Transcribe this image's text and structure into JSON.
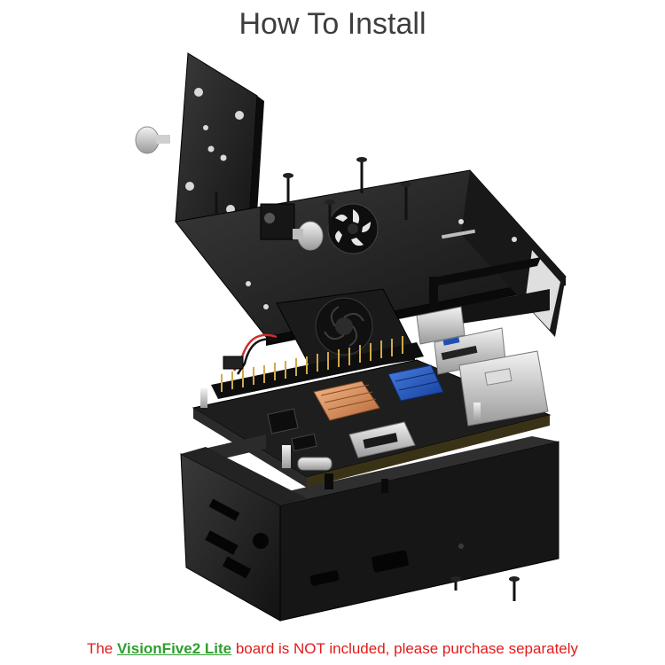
{
  "title": "How To Install",
  "note": {
    "prefix": "The ",
    "board_name": "VisionFive2 Lite",
    "suffix": " board is NOT included, please purchase separately"
  },
  "colors": {
    "title": "#3d3d3d",
    "note_text": "#e11b1b",
    "board_name": "#2f9e2f",
    "case_metal": "#1c1c1c"
  }
}
